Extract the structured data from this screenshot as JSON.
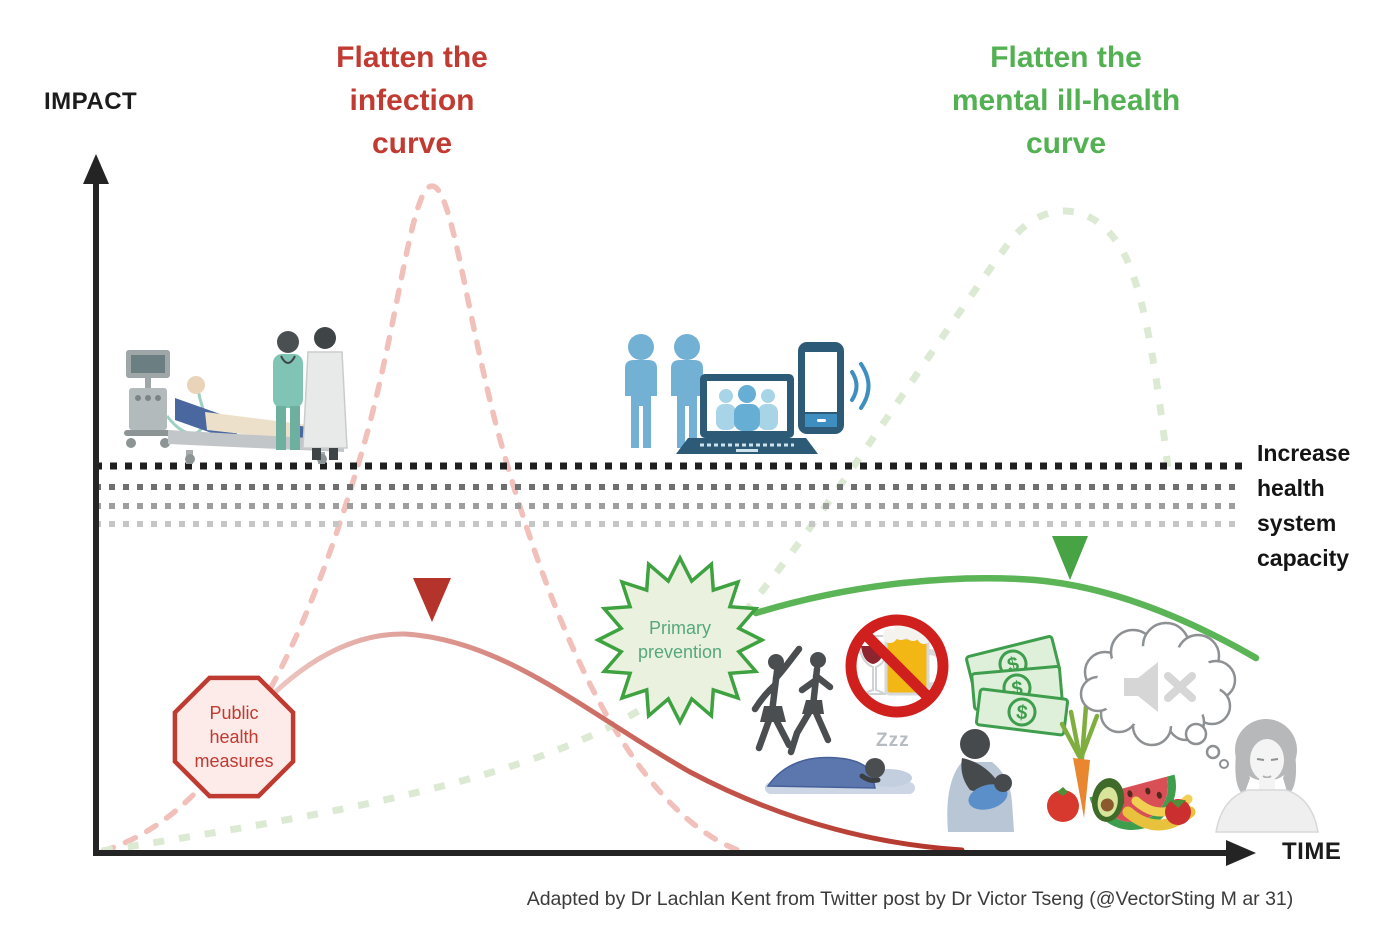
{
  "axes": {
    "y_label": "IMPACT",
    "x_label": "TIME"
  },
  "titles": {
    "infection": "Flatten the\ninfection\ncurve",
    "mental_health": "Flatten the\nmental ill-health\ncurve"
  },
  "annotations": {
    "capacity": "Increase\nhealth\nsystem\ncapacity",
    "public_health": "Public\nhealth\nmeasures",
    "primary_prevention": "Primary\nprevention",
    "sleep": "Zzz",
    "currency": "$"
  },
  "caption": "Adapted by Dr Lachlan Kent from Twitter post by Dr Victor Tseng (@VectorSting M ar 31)",
  "colors": {
    "infection_accent": "#c23b32",
    "mental_health_accent": "#53b153",
    "infection_curve_dashed": "#f2c0bb",
    "infection_curve_solid": "#b5342c",
    "mental_curve_dashed": "#dcead4",
    "mental_curve_solid": "#5bb456",
    "prohibition_red": "#cf201d",
    "capacity_line_colors": [
      "#1f1f1f",
      "#6f6f6f",
      "#9e9e9e",
      "#c6c6c6"
    ]
  },
  "curves": [
    {
      "name": "unmitigated infection curve",
      "style": "dashed",
      "color": "#f2c0bb"
    },
    {
      "name": "flattened infection curve",
      "style": "solid",
      "color": "#b5342c"
    },
    {
      "name": "unmitigated mental ill-health curve",
      "style": "dashed",
      "color": "#dcead4"
    },
    {
      "name": "flattened mental ill-health curve",
      "style": "solid",
      "color": "#5bb456"
    }
  ],
  "illustrations": [
    "icu-bed-with-ventilator-patient-and-clinicians",
    "telehealth-people-laptop-videocall-phone",
    "people-exercising",
    "no-alcohol-sign",
    "person-sleeping",
    "money-banknotes",
    "mother-breastfeeding-baby",
    "healthy-food-fruit-vegetables",
    "thought-bubble-muted-speaker",
    "calm-person"
  ]
}
